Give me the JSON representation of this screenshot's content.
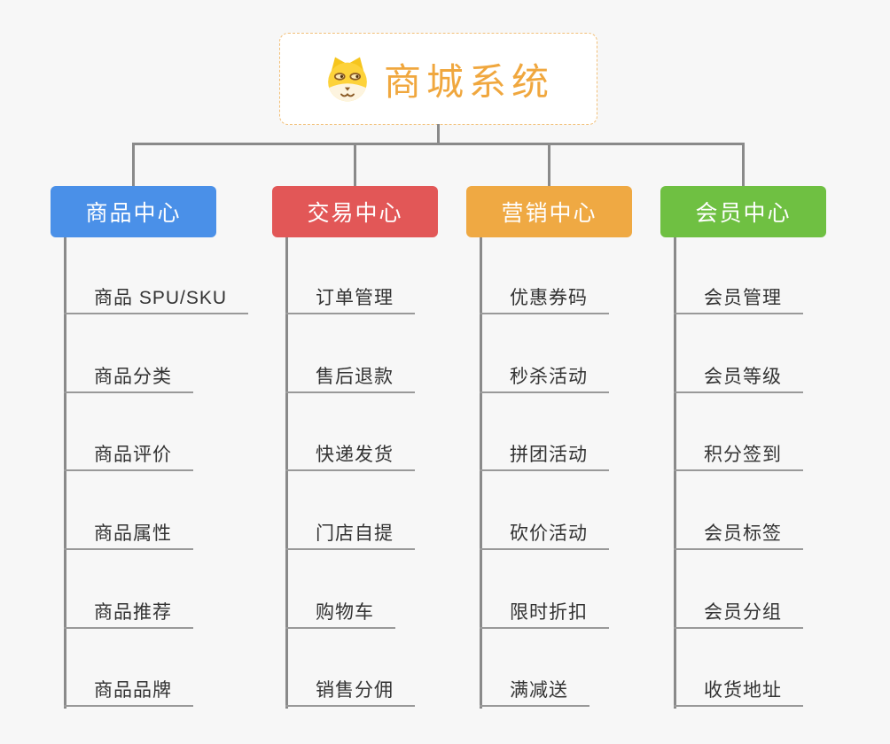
{
  "root": {
    "title": "商城系统",
    "icon": "dog-face-icon",
    "title_color": "#f0a73e",
    "border_color": "#f2c079"
  },
  "colors": {
    "connector": "#8a8a8a",
    "leaf_underline": "#999999",
    "page_background": "#f7f7f7"
  },
  "branches": [
    {
      "label": "商品中心",
      "color": "#4a90e8",
      "items": [
        "商品 SPU/SKU",
        "商品分类",
        "商品评价",
        "商品属性",
        "商品推荐",
        "商品品牌"
      ]
    },
    {
      "label": "交易中心",
      "color": "#e25757",
      "items": [
        "订单管理",
        "售后退款",
        "快递发货",
        "门店自提",
        "购物车",
        "销售分佣"
      ]
    },
    {
      "label": "营销中心",
      "color": "#efa943",
      "items": [
        "优惠券码",
        "秒杀活动",
        "拼团活动",
        "砍价活动",
        "限时折扣",
        "满减送"
      ]
    },
    {
      "label": "会员中心",
      "color": "#6fc042",
      "items": [
        "会员管理",
        "会员等级",
        "积分签到",
        "会员标签",
        "会员分组",
        "收货地址"
      ]
    }
  ]
}
